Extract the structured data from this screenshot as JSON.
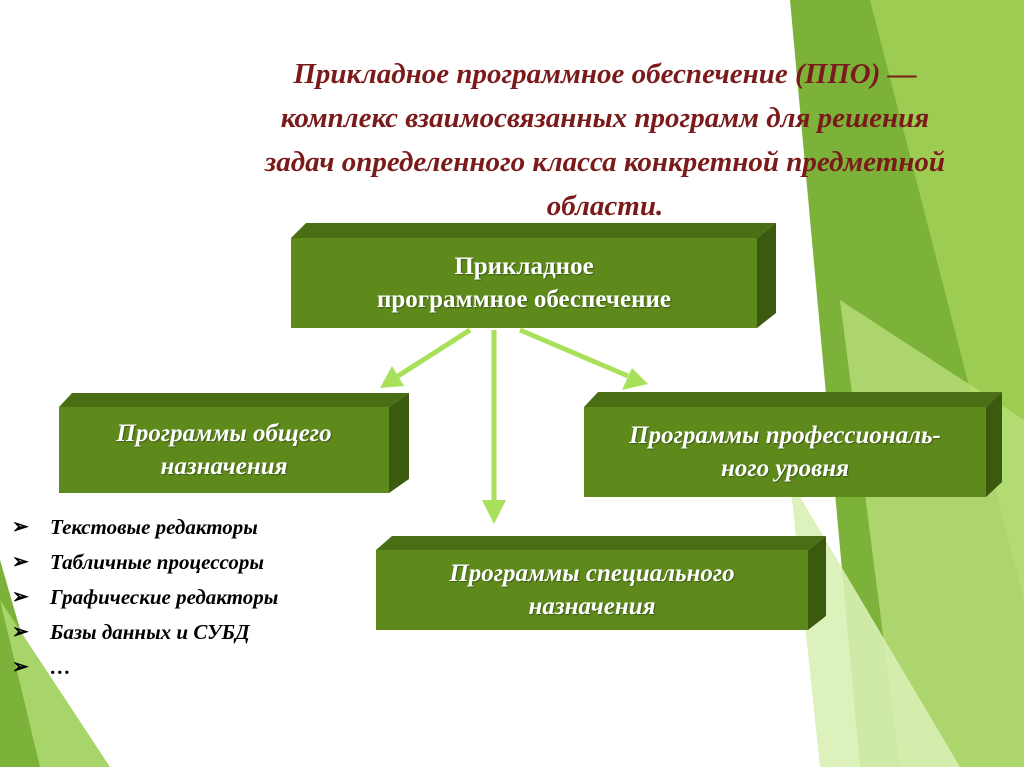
{
  "title": [
    "Прикладное программное обеспечение (ППО) —",
    "комплекс взаимосвязанных программ для решения",
    "задач определенного класса конкретной предметной",
    "области."
  ],
  "diagram": {
    "root": [
      "Прикладное",
      "программное обеспечение"
    ],
    "general": [
      "Программы общего",
      "назначения"
    ],
    "professional": [
      "Программы профессиональ-",
      "ного уровня"
    ],
    "special": [
      "Программы специального",
      "назначения"
    ]
  },
  "bullet_symbol": "➢",
  "list": [
    "Текстовые редакторы",
    "Табличные процессоры",
    "Графические редакторы",
    "Базы данных и СУБД",
    "…"
  ],
  "colors": {
    "box_front": "#5e8a1c",
    "box_top": "#4a6e14",
    "box_side": "#3b5a0f",
    "arrow": "#a9e05a",
    "title": "#7b1a1a",
    "accent_light": "#c8e6a0",
    "accent_dark": "#7cb23a"
  }
}
